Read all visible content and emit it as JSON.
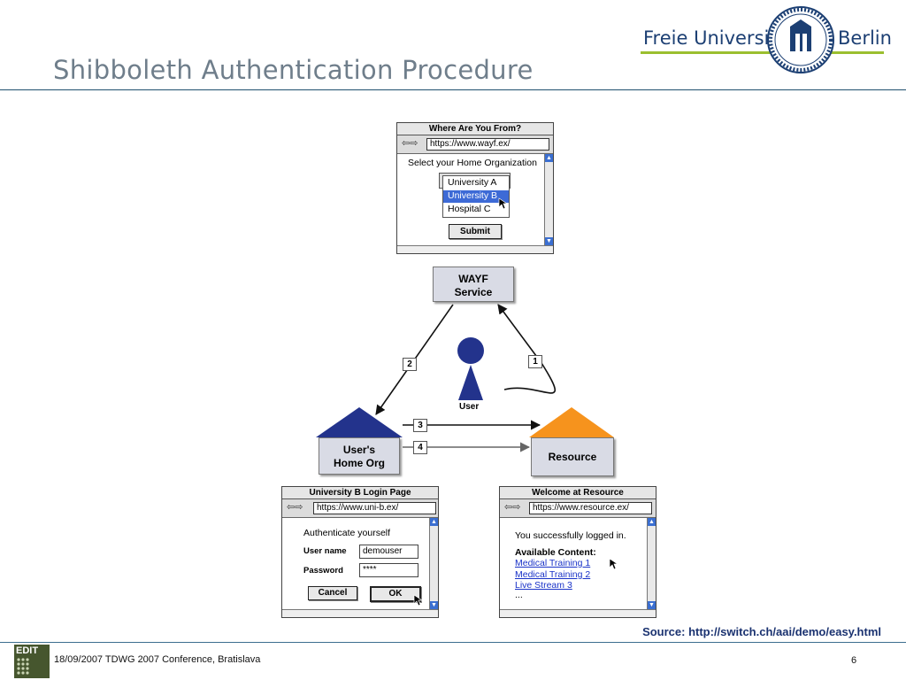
{
  "header": {
    "title": "Shibboleth Authentication Procedure",
    "university": "Freie Universität",
    "city": "Berlin",
    "brand_blue": "#1c3f73",
    "brand_green": "#9bbf2f",
    "seal_icon": "university-seal-icon"
  },
  "wayf_window": {
    "title": "Where Are You From?",
    "url": "https://www.wayf.ex/",
    "prompt": "Select your Home Organization",
    "options": [
      "University A",
      "University B",
      "Hospital C"
    ],
    "selected": "University B",
    "submit_label": "Submit"
  },
  "diagram": {
    "wayf_node": [
      "WAYF",
      "Service"
    ],
    "user_label": "User",
    "home_org_node": [
      "User's",
      "Home Org"
    ],
    "resource_node": "Resource",
    "steps": [
      "1",
      "2",
      "3",
      "4"
    ],
    "colors": {
      "home_roof": "#23338c",
      "resource_roof": "#f6931d",
      "user": "#23338c",
      "node_fill": "#d9dbe5"
    }
  },
  "login_window": {
    "title": "University B Login Page",
    "url": "https://www.uni-b.ex/",
    "heading": "Authenticate yourself",
    "username_label": "User name",
    "username_value": "demouser",
    "password_label": "Password",
    "password_value": "****",
    "cancel_label": "Cancel",
    "ok_label": "OK"
  },
  "resource_window": {
    "title": "Welcome at Resource",
    "url": "https://www.resource.ex/",
    "message": "You successfully logged in.",
    "content_heading": "Available Content:",
    "links": [
      "Medical Training 1",
      "Medical Training 2",
      "Live Stream 3"
    ],
    "ellipsis": "..."
  },
  "footer": {
    "source": "Source: http://switch.ch/aai/demo/easy.html",
    "conference": "18/09/2007 TDWG 2007 Conference, Bratislava",
    "page_number": "6",
    "logo_text": "EDIT"
  }
}
